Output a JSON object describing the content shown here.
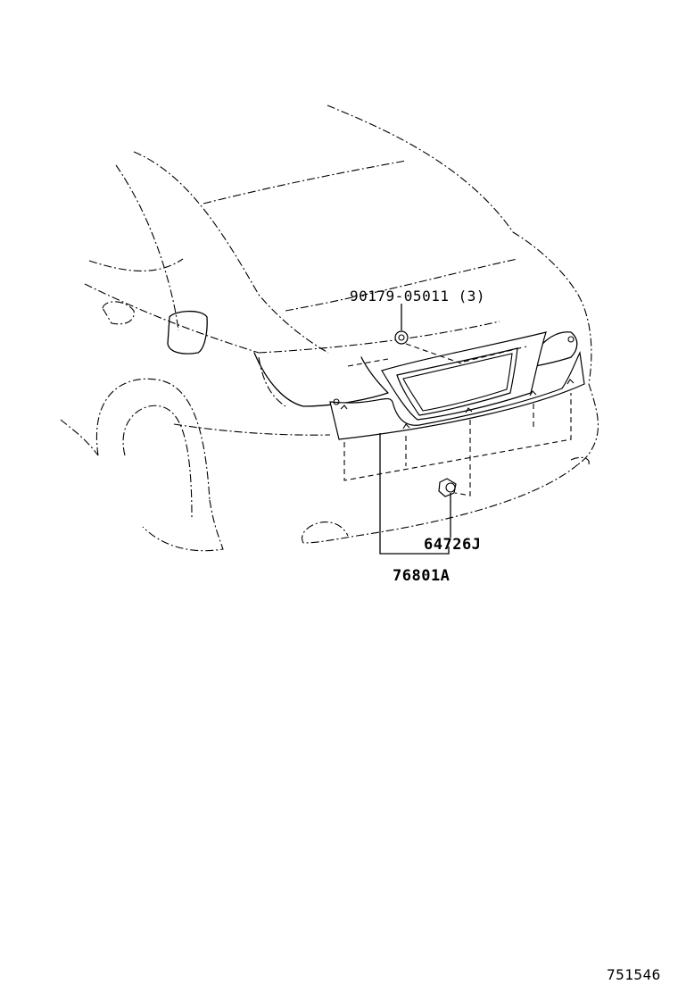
{
  "callouts": {
    "bolt": "90179-05011 (3)",
    "clip": "64726J",
    "garnish": "76801A"
  },
  "illustration_number": "751546"
}
